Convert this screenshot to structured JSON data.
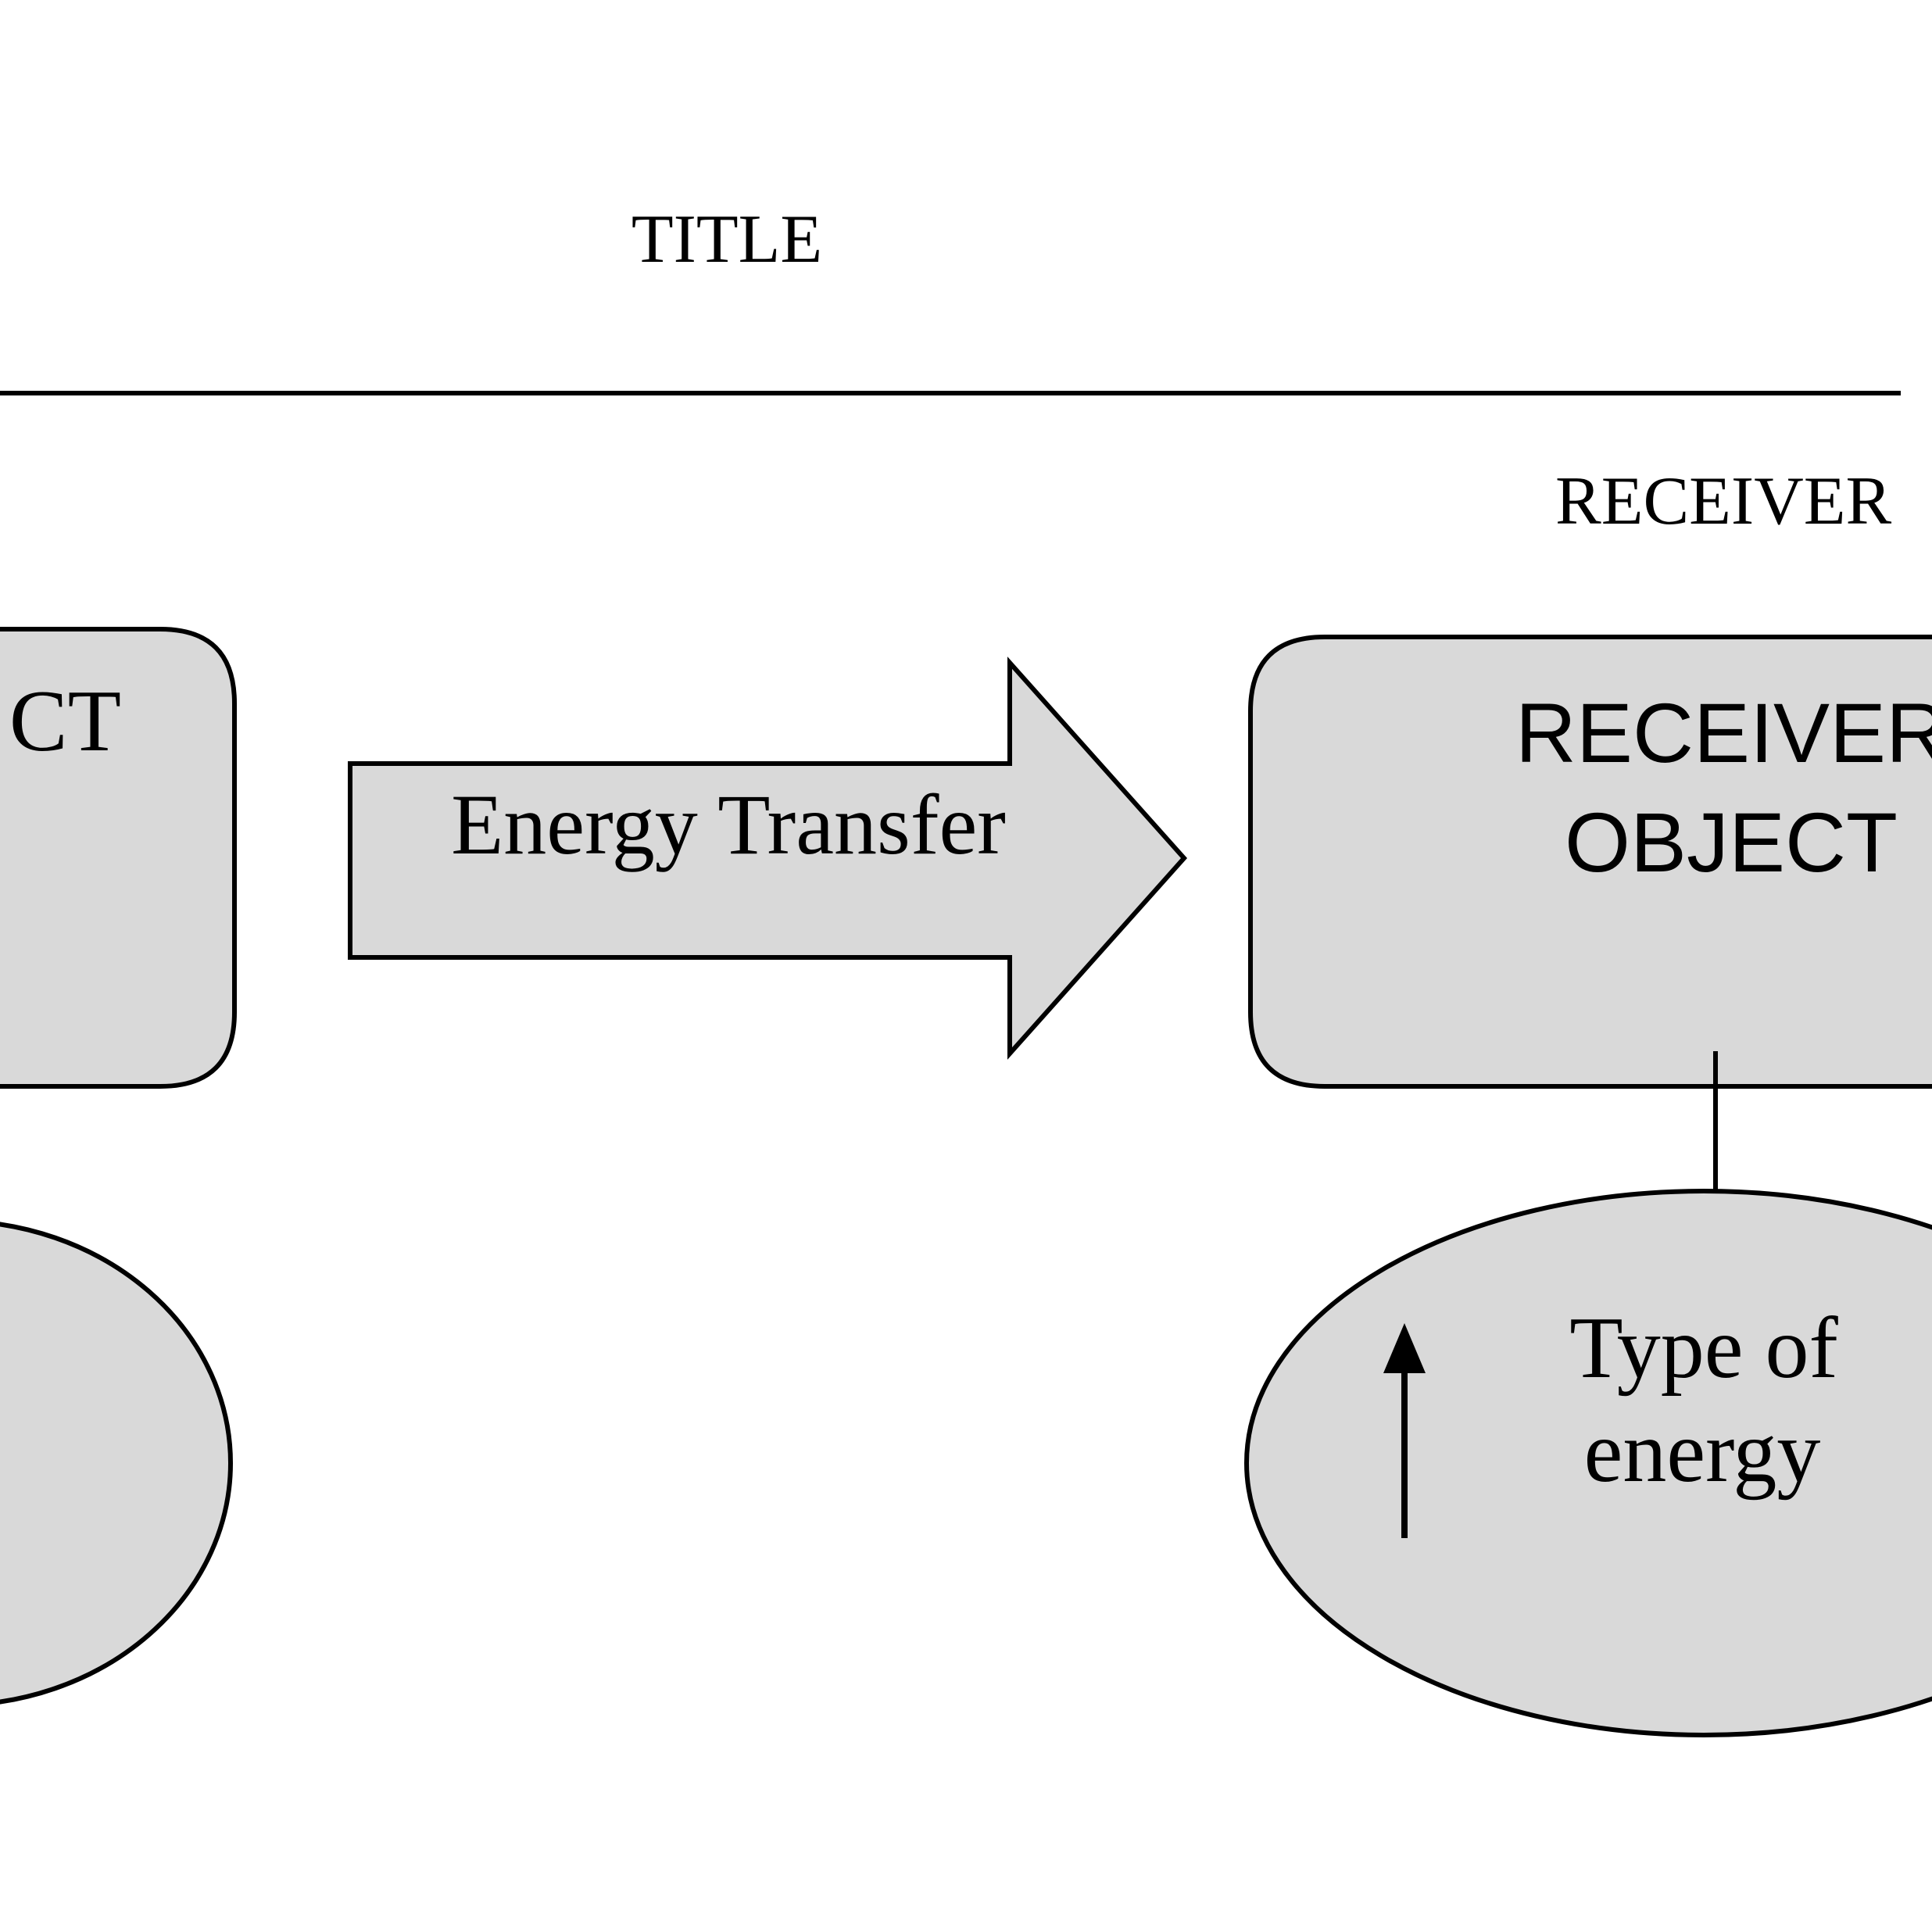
{
  "title": "TITLE",
  "receiver_heading": "RECEIVER",
  "source_box": {
    "label_fragment": "CT"
  },
  "transfer_arrow": {
    "label": "Energy Transfer"
  },
  "receiver_box": {
    "line1": "RECEIVER",
    "line2": "OBJECT"
  },
  "receiver_energy": {
    "line1": "Type of",
    "line2": "energy",
    "indicator": "arrow-up"
  },
  "colors": {
    "shape_fill": "#d9d9d9",
    "stroke": "#000000",
    "background": "#ffffff"
  }
}
